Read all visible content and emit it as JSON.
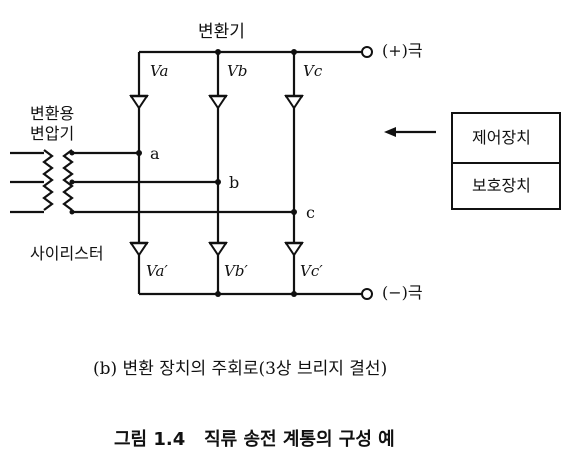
{
  "diagram": {
    "converter_title": "변환기",
    "transformer_label_line1": "변환용",
    "transformer_label_line2": "변압기",
    "thyristor_label": "사이리스터",
    "positive_terminal": "(+)극",
    "negative_terminal": "(−)극",
    "top_voltages": [
      "Va",
      "Vb",
      "Vc"
    ],
    "bottom_voltages": [
      "Va′",
      "Vb′",
      "Vc′"
    ],
    "phase_nodes": [
      "a",
      "b",
      "c"
    ],
    "control_box": "제어장치",
    "protection_box": "보호장치"
  },
  "caption": {
    "sub": "(b) 변환 장치의 주회로(3상 브리지 결선)",
    "figure": "그림 1.4   직류 송전 계통의 구성 예"
  }
}
